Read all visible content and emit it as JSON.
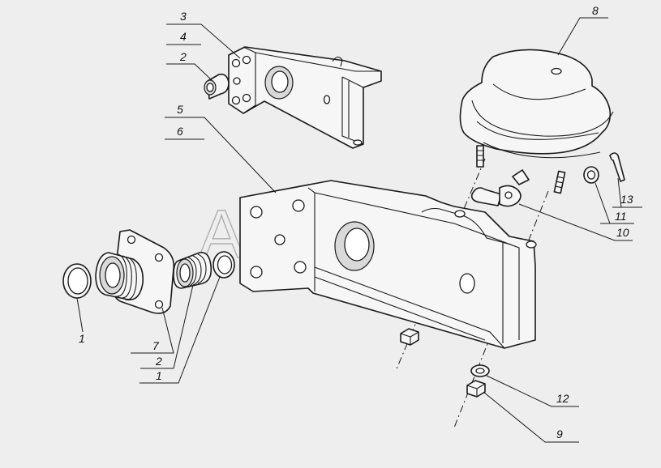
{
  "watermark": {
    "text": "AutoSoft"
  },
  "callouts": [
    {
      "id": "c3",
      "text": "3"
    },
    {
      "id": "c4",
      "text": "4"
    },
    {
      "id": "c2a",
      "text": "2"
    },
    {
      "id": "c5",
      "text": "5"
    },
    {
      "id": "c6",
      "text": "6"
    },
    {
      "id": "c8",
      "text": "8"
    },
    {
      "id": "c13",
      "text": "13"
    },
    {
      "id": "c11",
      "text": "11"
    },
    {
      "id": "c10",
      "text": "10"
    },
    {
      "id": "c1a",
      "text": "1"
    },
    {
      "id": "c7",
      "text": "7"
    },
    {
      "id": "c2b",
      "text": "2"
    },
    {
      "id": "c1b",
      "text": "1"
    },
    {
      "id": "c12",
      "text": "12"
    },
    {
      "id": "c9",
      "text": "9"
    }
  ]
}
